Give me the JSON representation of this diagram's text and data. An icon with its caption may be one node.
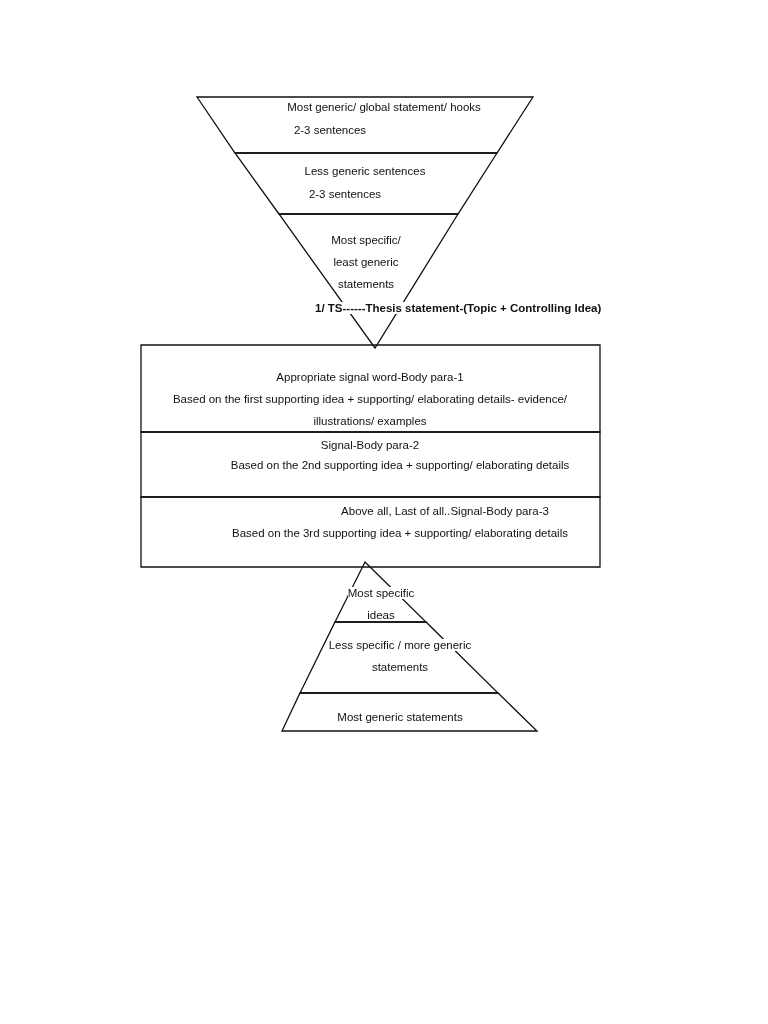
{
  "diagram": {
    "nodes": [
      {
        "text": [
          "Most generic/ global statement/ hooks",
          "2-3 sentences"
        ]
      },
      {
        "text": [
          "Less generic sentences",
          "2-3 sentences"
        ]
      },
      {
        "text": [
          "Most specific/ least generic statements"
        ]
      },
      {
        "text": [
          "Appropriate signal word-Body para-1",
          "Based on the first supporting idea + supporting/ elaborating details- evidence/ illustrations/ examples"
        ]
      },
      {
        "text": [
          "Signal-Body para-2",
          "Based on the 2nd supporting idea + supporting/ elaborating details"
        ]
      },
      {
        "text": [
          "Above all, Last of all..Signal-Body para-3",
          "Based on the 3rd supporting idea + supporting/ elaborating details"
        ]
      },
      {
        "text": [
          "Most specific ideas"
        ]
      },
      {
        "text": [
          "Less specific / more generic statements"
        ]
      },
      {
        "text": [
          "Most generic statements"
        ]
      }
    ],
    "labels": [
      "1/ TS------Thesis statement-(Topic + Controlling Idea)"
    ]
  }
}
